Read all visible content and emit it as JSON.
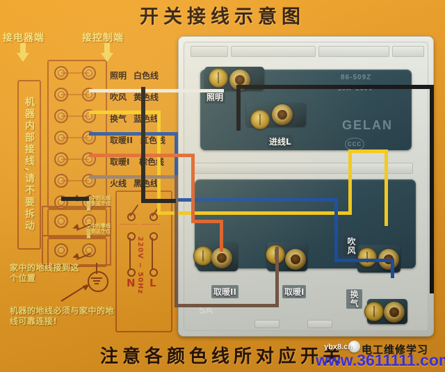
{
  "title": "开关接线示意图",
  "bottom_caption": "注意各颜色线所对应开关",
  "headers": {
    "appliance_side": "接电器端",
    "control_side": "接控制端"
  },
  "vertical_warning": "机器内部接线,请不要拆动",
  "wire_rows": [
    {
      "function": "照明",
      "color_name": "白色线",
      "color": "#f2f0ea"
    },
    {
      "function": "吹风",
      "color_name": "黄色线",
      "color": "#ffd21a"
    },
    {
      "function": "换气",
      "color_name": "蓝色线",
      "color": "#1b4fa8"
    },
    {
      "function": "取暖II",
      "color_name": "红色线",
      "color": "#e8632a"
    },
    {
      "function": "取暖I",
      "color_name": "棕色线",
      "color": "#9a7f6e"
    },
    {
      "function": "火线",
      "color_name": "黑色线",
      "color": "#111111"
    }
  ],
  "callouts": {
    "live": "家中的火线接到这个位置",
    "neutral": "家中的零线接到这个位置",
    "ground_top": "家中的地线接到这个位置",
    "ground_bottom": "机器的地线必须与家中的地线可靠连接!"
  },
  "mains": {
    "neutral_label": "N",
    "live_label": "L",
    "supply": "220V ~ 50Hz"
  },
  "device": {
    "brand": "GELAN",
    "cert": "CCC",
    "model": "86-509Z",
    "rating": "10A~250V~",
    "amp": "5A",
    "terminal_labels": {
      "lighting": "照明",
      "line_in": "进线L",
      "heat2": "取暖II",
      "heat1": "取暖I",
      "blower": "吹风",
      "vent": "换气"
    }
  },
  "watermark": {
    "url": "www.3611111.com",
    "cn": "电工维修学习",
    "badge": "ybx8.cn"
  }
}
